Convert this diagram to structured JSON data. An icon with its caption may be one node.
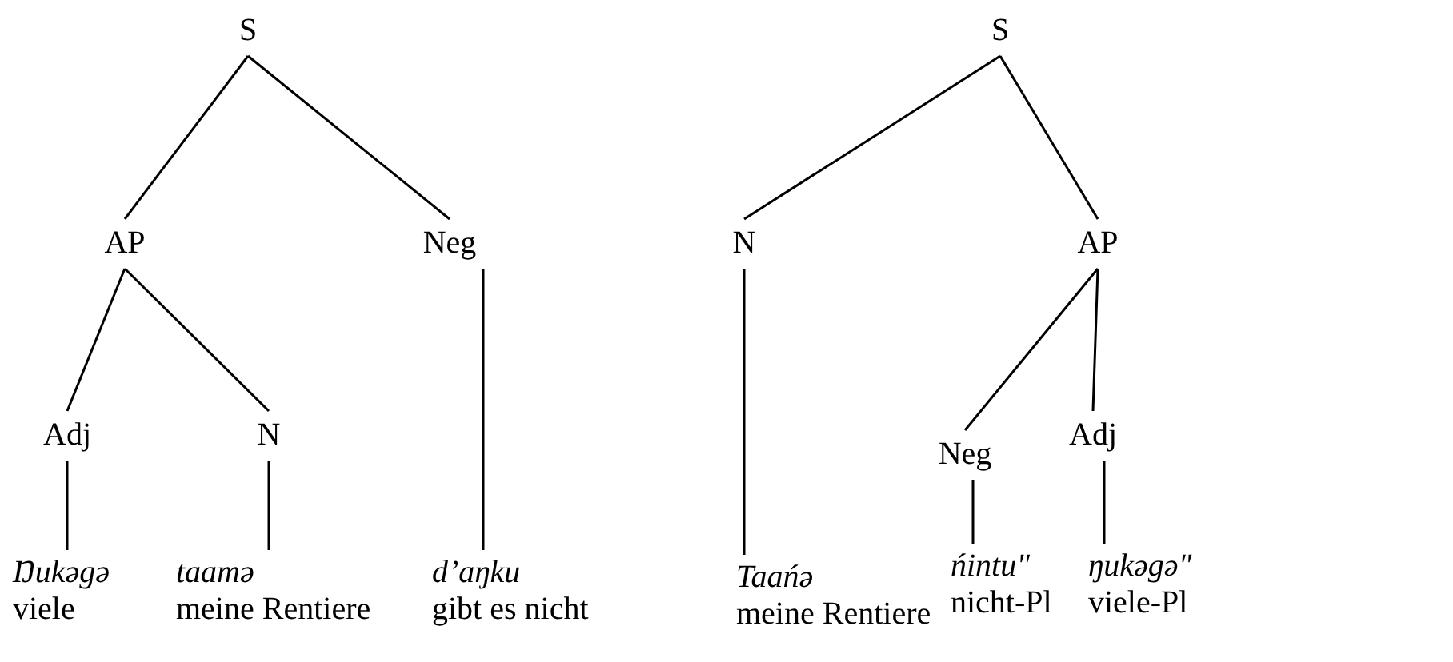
{
  "diagram": {
    "nodes": [
      {
        "text": [
          "S"
        ]
      },
      {
        "text": [
          "AP"
        ]
      },
      {
        "text": [
          "Neg"
        ]
      },
      {
        "text": [
          "Adj"
        ]
      },
      {
        "text": [
          "N"
        ]
      },
      {
        "text": [
          "Ŋukəgə",
          "viele"
        ]
      },
      {
        "text": [
          "taamə",
          "meine Rentiere"
        ]
      },
      {
        "text": [
          "d’aŋku",
          "gibt es nicht"
        ]
      },
      {
        "text": [
          "S"
        ]
      },
      {
        "text": [
          "N"
        ]
      },
      {
        "text": [
          "AP"
        ]
      },
      {
        "text": [
          "Neg"
        ]
      },
      {
        "text": [
          "Adj"
        ]
      },
      {
        "text": [
          "Taańə",
          "meine Rentiere"
        ]
      },
      {
        "text": [
          "ńintu\"",
          "nicht-Pl"
        ]
      },
      {
        "text": [
          "ŋukəgə\"",
          "viele-Pl"
        ]
      }
    ],
    "edges": [
      {
        "from": 0,
        "to": 1,
        "arrow": "none"
      },
      {
        "from": 0,
        "to": 2,
        "arrow": "none"
      },
      {
        "from": 1,
        "to": 3,
        "arrow": "none"
      },
      {
        "from": 1,
        "to": 4,
        "arrow": "none"
      },
      {
        "from": 3,
        "to": 5,
        "arrow": "none"
      },
      {
        "from": 4,
        "to": 6,
        "arrow": "none"
      },
      {
        "from": 2,
        "to": 7,
        "arrow": "none"
      },
      {
        "from": 8,
        "to": 9,
        "arrow": "none"
      },
      {
        "from": 8,
        "to": 10,
        "arrow": "none"
      },
      {
        "from": 10,
        "to": 11,
        "arrow": "none"
      },
      {
        "from": 10,
        "to": 12,
        "arrow": "none"
      },
      {
        "from": 9,
        "to": 13,
        "arrow": "none"
      },
      {
        "from": 11,
        "to": 14,
        "arrow": "none"
      },
      {
        "from": 12,
        "to": 15,
        "arrow": "none"
      }
    ]
  }
}
